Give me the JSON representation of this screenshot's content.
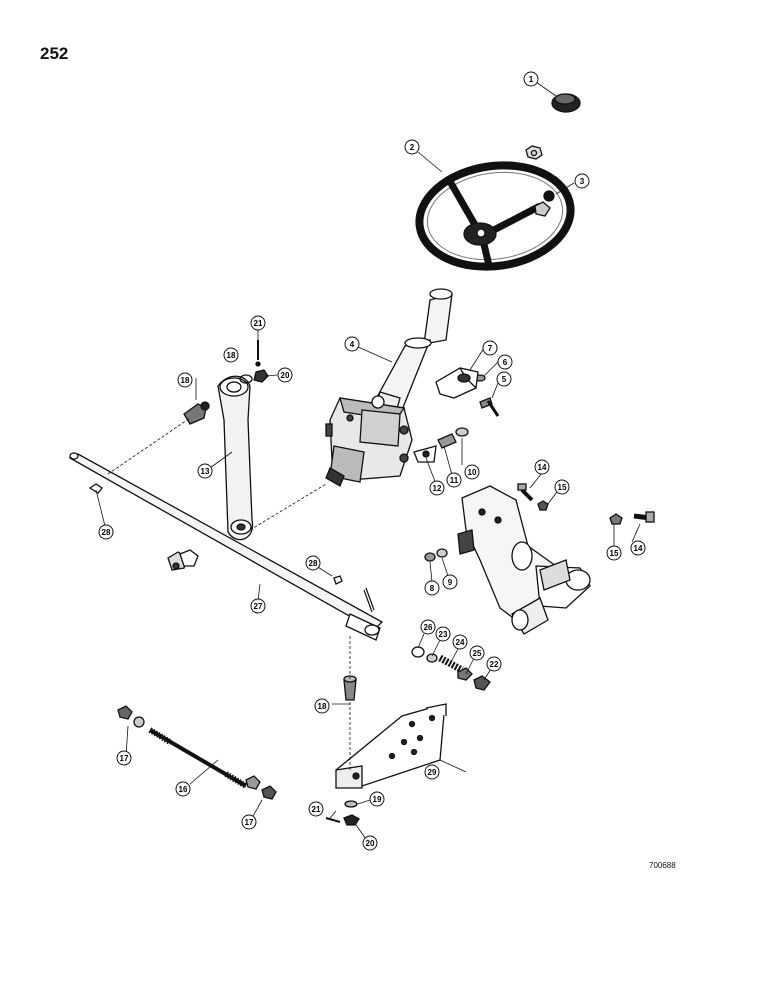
{
  "page_number": "252",
  "drawing_code": "700688",
  "callouts": [
    "1",
    "2",
    "3",
    "4",
    "5",
    "6",
    "7",
    "8",
    "9",
    "10",
    "11",
    "12",
    "13",
    "14",
    "14",
    "15",
    "15",
    "16",
    "17",
    "17",
    "18",
    "18",
    "18",
    "19",
    "20",
    "20",
    "21",
    "21",
    "22",
    "23",
    "24",
    "25",
    "26",
    "27",
    "28",
    "28",
    "29"
  ],
  "colors": {
    "ink": "#111111",
    "paper": "#ffffff",
    "shade": "#555555"
  }
}
